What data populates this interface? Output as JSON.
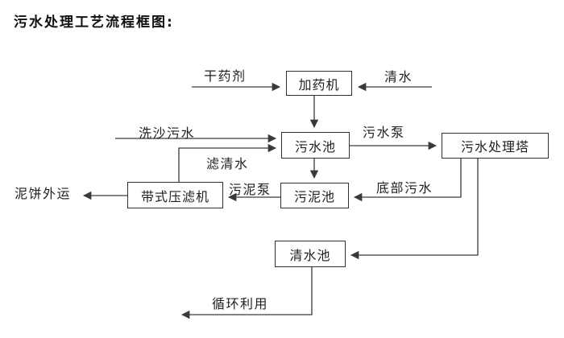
{
  "title": "污水处理工艺流程框图:",
  "nodes": {
    "dosing_machine": "加药机",
    "sewage_pool": "污水池",
    "treatment_tower": "污水处理塔",
    "belt_filter_press": "带式压滤机",
    "sludge_pool": "污泥池",
    "clean_water_pool": "清水池"
  },
  "edge_labels": {
    "dry_chemical": "干药剂",
    "clean_water": "清水",
    "sand_washing_sewage": "洗沙污水",
    "filtered_water": "滤清水",
    "sewage_pump": "污水泵",
    "sludge_pump": "污泥泵",
    "mud_cake_out": "泥饼外运",
    "bottom_sewage": "底部污水",
    "recycling": "循环利用"
  },
  "colors": {
    "background": "#ffffff",
    "line": "#3a3a3a",
    "box_border": "#2f2f2f",
    "text": "#1f1f1f"
  }
}
